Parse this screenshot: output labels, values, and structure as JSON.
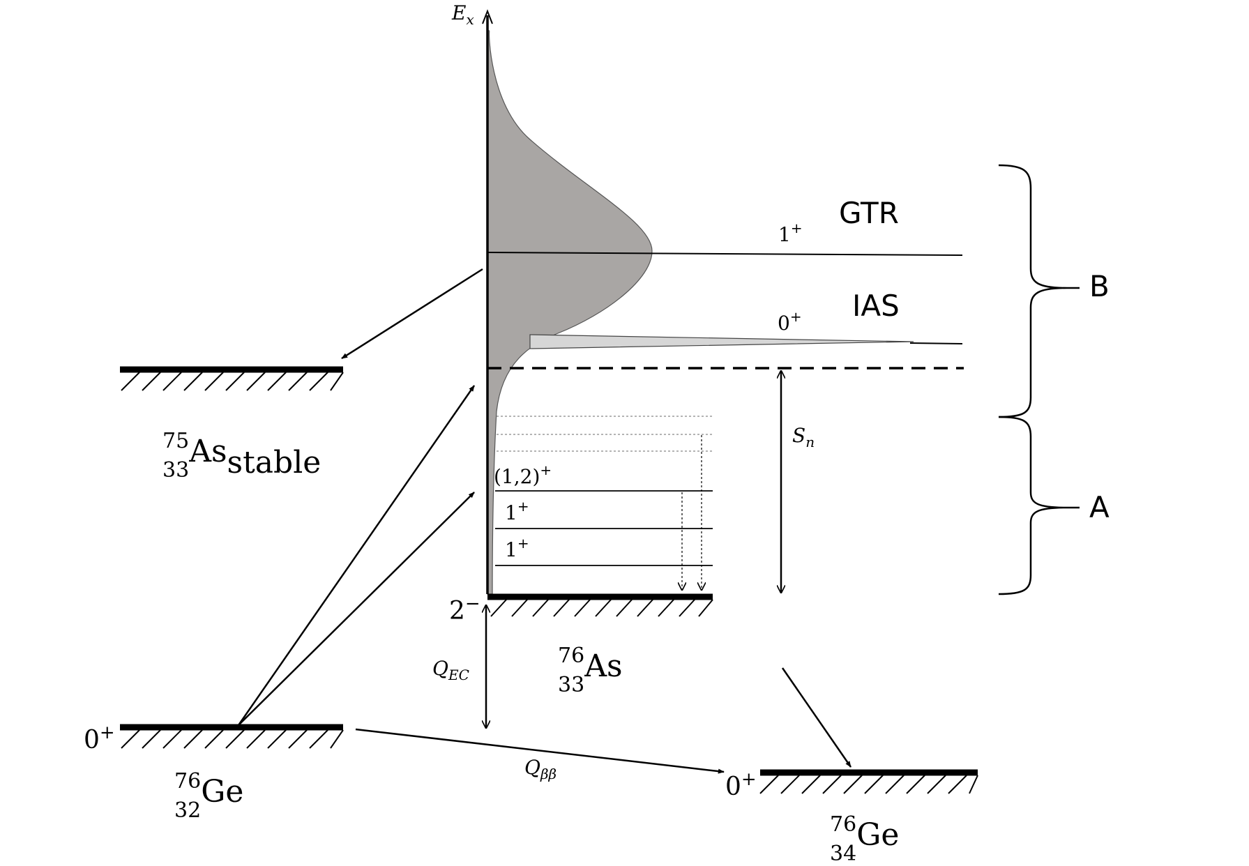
{
  "axis": {
    "energy_symbol": "E",
    "energy_subscript": "x"
  },
  "nuclei": {
    "as75": {
      "mass": "75",
      "charge": "33",
      "symbol": "As",
      "suffix": "stable"
    },
    "as76": {
      "mass": "76",
      "charge": "33",
      "symbol": "As"
    },
    "ge76": {
      "mass": "76",
      "charge": "32",
      "symbol": "Ge"
    },
    "se76": {
      "mass": "76",
      "charge": "34",
      "symbol": "Ge"
    }
  },
  "states": {
    "gtr": {
      "name": "GTR",
      "spin_base": "1",
      "spin_parity": "+"
    },
    "ias": {
      "name": "IAS",
      "spin_base": "0",
      "spin_parity": "+"
    },
    "level_12": {
      "spin_base": "(1,2)",
      "spin_parity": "+"
    },
    "level_1a": {
      "spin_base": "1",
      "spin_parity": "+"
    },
    "level_1b": {
      "spin_base": "1",
      "spin_parity": "+"
    },
    "as76_ground": {
      "spin_base": "2",
      "spin_parity": "−"
    },
    "ge76_ground": {
      "spin_base": "0",
      "spin_parity": "+"
    },
    "final_ground": {
      "spin_base": "0",
      "spin_parity": "+"
    }
  },
  "q_values": {
    "ec": {
      "base": "Q",
      "subscript": "EC"
    },
    "bb": {
      "base": "Q",
      "subscript": "ββ"
    }
  },
  "separation": {
    "base": "S",
    "subscript": "n"
  },
  "regions": {
    "b": "B",
    "a": "A"
  },
  "colors": {
    "strength_fill": "#a9a6a4",
    "ias_fill": "#d6d6d6",
    "line": "#000000"
  }
}
